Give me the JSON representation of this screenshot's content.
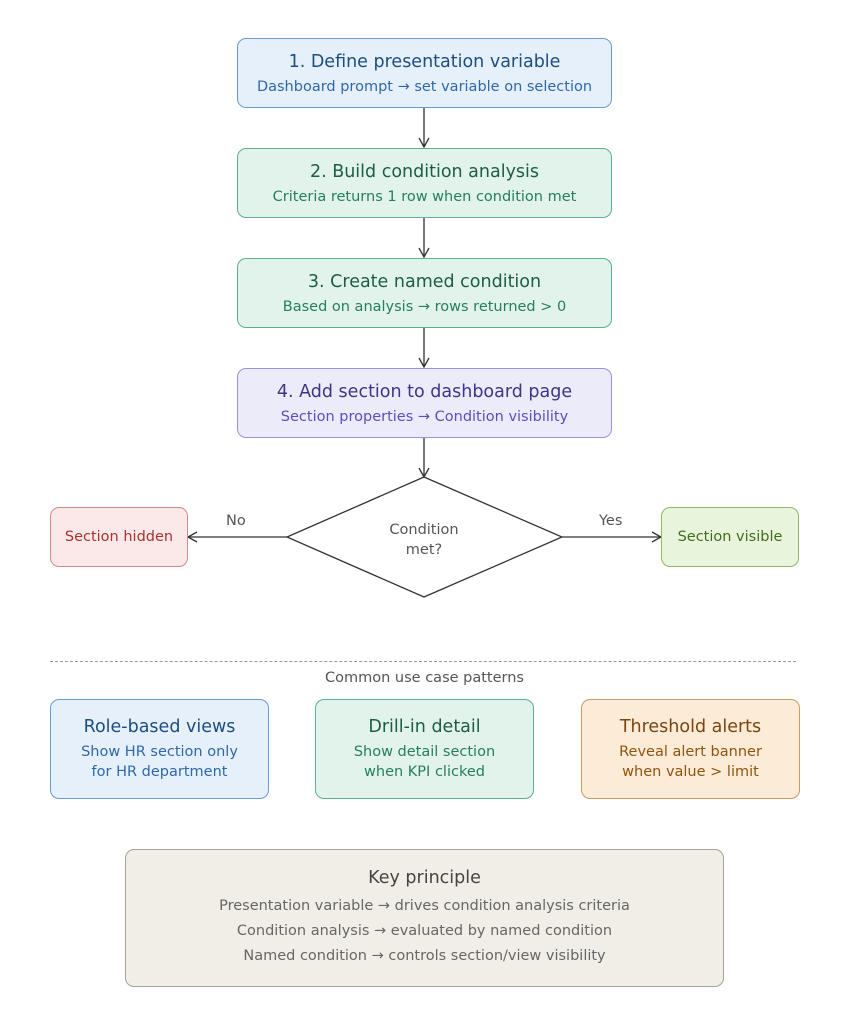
{
  "steps": [
    {
      "title": "1. Define presentation variable",
      "subtitle": "Dashboard prompt → set variable on selection"
    },
    {
      "title": "2. Build condition analysis",
      "subtitle": "Criteria returns 1 row when condition met"
    },
    {
      "title": "3. Create named condition",
      "subtitle": "Based on analysis → rows returned > 0"
    },
    {
      "title": "4. Add section to dashboard page",
      "subtitle": "Section properties → Condition visibility"
    }
  ],
  "decision": {
    "line1": "Condition",
    "line2": "met?",
    "no_label": "No",
    "yes_label": "Yes"
  },
  "outcomes": {
    "no": "Section hidden",
    "yes": "Section visible"
  },
  "patterns_heading": "Common use case patterns",
  "patterns": [
    {
      "title": "Role-based views",
      "line1": "Show HR section only",
      "line2": "for HR department"
    },
    {
      "title": "Drill-in detail",
      "line1": "Show detail section",
      "line2": "when KPI clicked"
    },
    {
      "title": "Threshold alerts",
      "line1": "Reveal alert banner",
      "line2": "when value > limit"
    }
  ],
  "key_principle": {
    "title": "Key principle",
    "lines": [
      "Presentation variable → drives condition analysis criteria",
      "Condition analysis → evaluated by named condition",
      "Named condition → controls section/view visibility"
    ]
  }
}
